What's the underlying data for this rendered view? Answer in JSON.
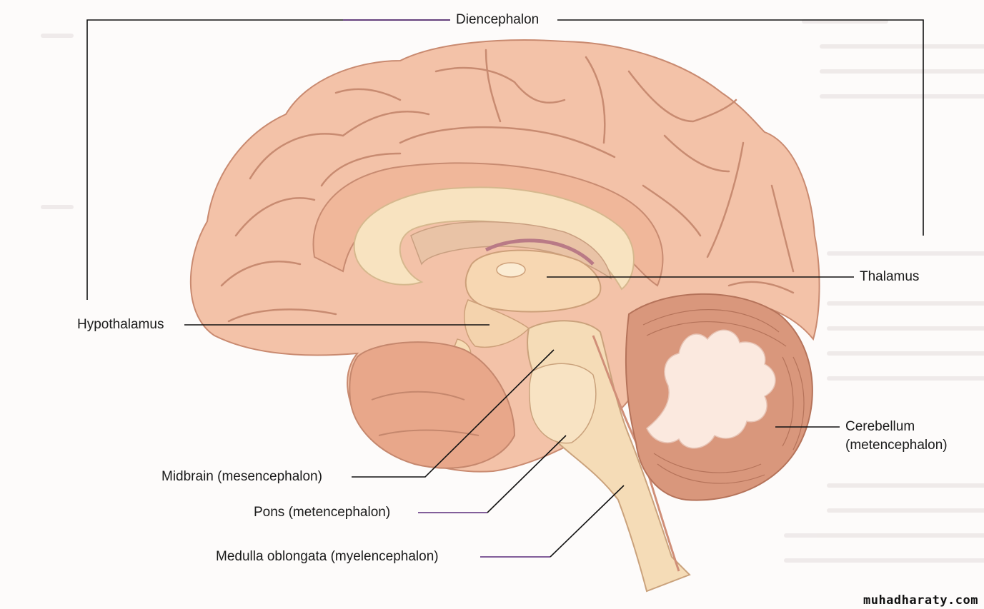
{
  "labels": {
    "diencephalon": "Diencephalon",
    "thalamus": "Thalamus",
    "hypothalamus": "Hypothalamus",
    "cerebellum": "Cerebellum",
    "cerebellum_sub": "(metencephalon)",
    "midbrain": "Midbrain (mesencephalon)",
    "pons": "Pons (metencephalon)",
    "medulla": "Medulla oblongata (myelencephalon)"
  },
  "watermark": "muhadharaty.com",
  "colors": {
    "cerebrum": "#f3c2a8",
    "cerebrum_shadow": "#d99679",
    "brainstem": "#f5dcb7",
    "corpus_callosum": "#f8e3c0",
    "cerebellum": "#d9977c",
    "arbor_vitae": "#fbe9df",
    "leader_line": "#111111",
    "accent_line": "#5a2a7a"
  }
}
